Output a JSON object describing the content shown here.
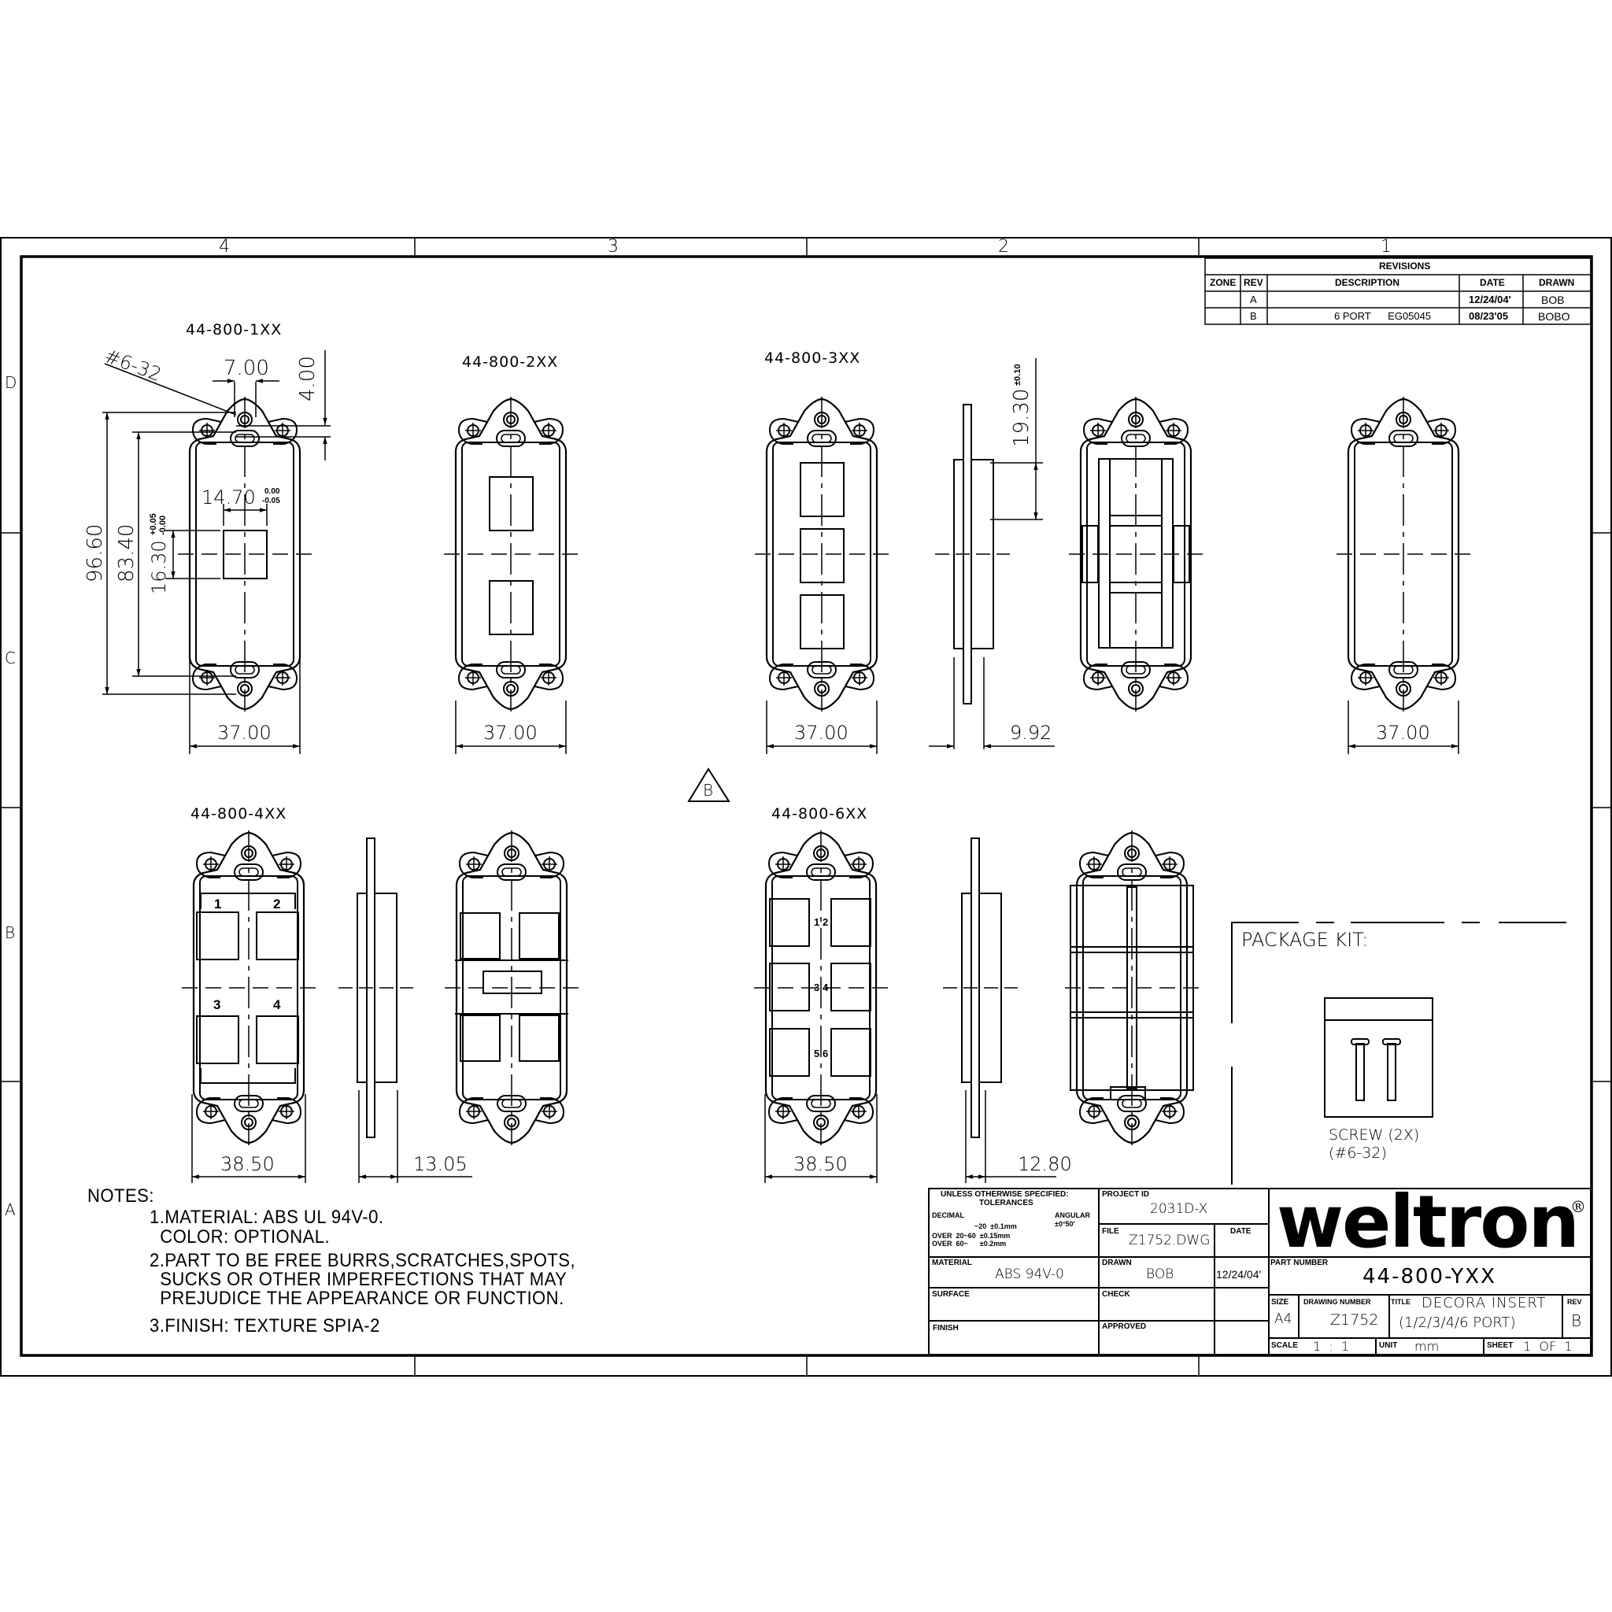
{
  "border": {
    "columns": [
      "4",
      "3",
      "2",
      "1"
    ],
    "rows": [
      "D",
      "C",
      "B",
      "A"
    ]
  },
  "revisions": {
    "title": "REVISIONS",
    "headers": [
      "ZONE",
      "REV",
      "DESCRIPTION",
      "DATE",
      "DRAWN"
    ],
    "rows": [
      {
        "zone": "",
        "rev": "A",
        "description": "",
        "date": "12/24/04'",
        "drawn": "BOB"
      },
      {
        "zone": "",
        "rev": "B",
        "description": "6 PORT      EG05045",
        "date": "08/23'05",
        "drawn": "BOBO"
      }
    ]
  },
  "views": {
    "v1": {
      "label": "44-800-1XX",
      "screw_callout": "#6-32",
      "dim_screw_spacing": "7.00",
      "dim_top_offset": "4.00",
      "dim_overall_height": "96.60",
      "dim_hole_spacing": "83.40",
      "dim_port_height": "16.30",
      "dim_port_height_tol_upper": "+0.05",
      "dim_port_height_tol_lower": "-0.00",
      "dim_port_width": "14.70",
      "dim_port_width_tol_upper": "0.00",
      "dim_port_width_tol_lower": "-0.05",
      "dim_width": "37.00"
    },
    "v2": {
      "label": "44-800-2XX",
      "dim_width": "37.00"
    },
    "v3": {
      "label": "44-800-3XX",
      "dim_width": "37.00",
      "dim_side_depth": "9.92",
      "dim_port_pitch": "19.30",
      "dim_port_pitch_tol": "±0.10"
    },
    "v_blank": {
      "dim_width": "37.00"
    },
    "v4": {
      "label": "44-800-4XX",
      "port_numbers": [
        "1",
        "2",
        "3",
        "4"
      ],
      "dim_width": "38.50",
      "dim_side_depth": "13.05"
    },
    "v6": {
      "label": "44-800-6XX",
      "port_numbers": [
        "1",
        "2",
        "3",
        "4",
        "5",
        "6"
      ],
      "dim_width": "38.50",
      "dim_side_depth": "12.80"
    },
    "revision_marker": "B"
  },
  "package_kit": {
    "title": "PACKAGE KIT:",
    "item": "SCREW (2X)",
    "item_spec": "(#6-32)"
  },
  "notes": {
    "title": "NOTES:",
    "lines": [
      "1.MATERIAL: ABS UL 94V-0.",
      "  COLOR: OPTIONAL.",
      "2.PART TO BE FREE BURRS,SCRATCHES,SPOTS,",
      "  SUCKS OR OTHER IMPERFECTIONS THAT MAY",
      "  PREJUDICE THE APPEARANCE OR FUNCTION.",
      "3.FINISH: TEXTURE SPIA-2"
    ]
  },
  "title_block": {
    "tolerances": {
      "heading1": "UNLESS OTHERWISE SPECIFIED:",
      "heading2": "TOLERANCES",
      "decimal_label": "DECIMAL",
      "angular_label": "ANGULAR",
      "line1": "~20  ±0.1mm",
      "angular_value": "±0°50'",
      "line2": "OVER  20~60  ±0.15mm",
      "line3": "OVER  60~      ±0.2mm"
    },
    "project_id_label": "PROJECT ID",
    "project_id": "2031D-X",
    "file_label": "FILE",
    "file": "Z1752.DWG",
    "date_label": "DATE",
    "material_label": "MATERIAL",
    "material": "ABS 94V-0",
    "drawn_label": "DRAWN",
    "drawn": "BOB",
    "drawn_date": "12/24/04'",
    "surface_label": "SURFACE",
    "check_label": "CHECK",
    "finish_label": "FINISH",
    "approved_label": "APPROVED",
    "company": "weltron",
    "registered": "®",
    "part_number_label": "PART NUMBER",
    "part_number": "44-800-YXX",
    "size_label": "SIZE",
    "size": "A4",
    "drawing_number_label": "DRAWING NUMBER",
    "drawing_number": "Z1752",
    "title_label": "TITLE",
    "title_line1": "DECORA INSERT",
    "title_line2": "(1/2/3/4/6 PORT)",
    "rev_label": "REV",
    "rev": "B",
    "scale_label": "SCALE",
    "scale": "1  :  1",
    "unit_label": "UNIT",
    "unit": "mm",
    "sheet_label": "SHEET",
    "sheet": "1  OF  1"
  }
}
